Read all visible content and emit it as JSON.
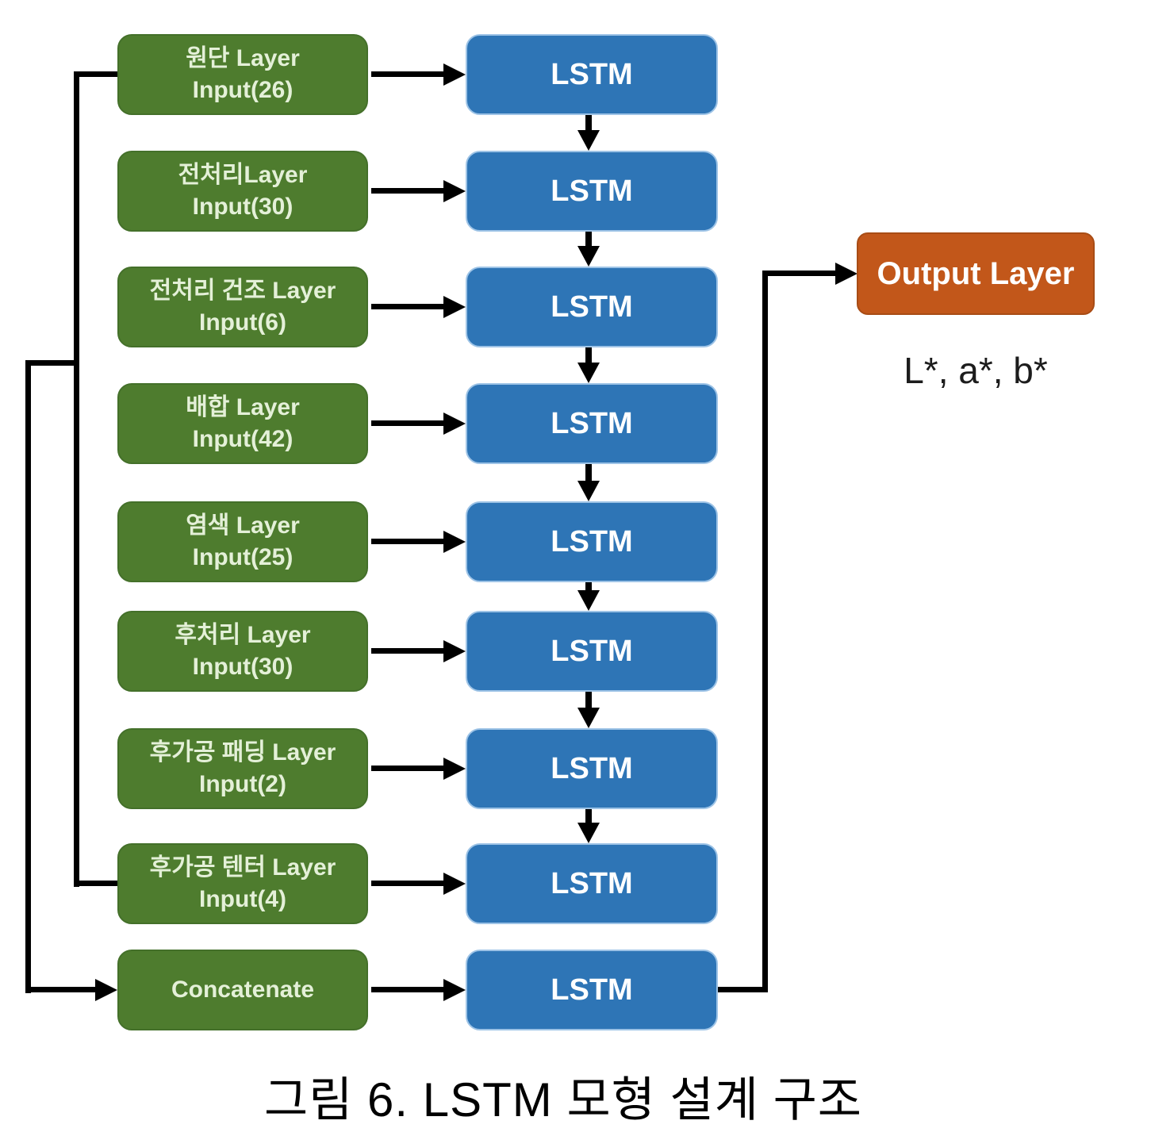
{
  "diagram": {
    "caption": "그림 6. LSTM 모형 설계 구조",
    "lstm_label": "LSTM",
    "rows": [
      {
        "line1": "원단 Layer",
        "line2": "Input(26)"
      },
      {
        "line1": "전처리Layer",
        "line2": "Input(30)"
      },
      {
        "line1": "전처리 건조 Layer",
        "line2": "Input(6)"
      },
      {
        "line1": "배합 Layer",
        "line2": "Input(42)"
      },
      {
        "line1": "염색 Layer",
        "line2": "Input(25)"
      },
      {
        "line1": "후처리 Layer",
        "line2": "Input(30)"
      },
      {
        "line1": "후가공 패딩 Layer",
        "line2": "Input(2)"
      },
      {
        "line1": "후가공 텐터 Layer",
        "line2": "Input(4)"
      },
      {
        "line1": "Concatenate",
        "line2": ""
      }
    ],
    "output": {
      "label": "Output Layer",
      "values": "L*, a*, b*"
    },
    "colors": {
      "input_green": "#4e7c2e",
      "lstm_blue": "#2e75b6",
      "output_orange": "#c2571a",
      "connector_black": "#000000"
    }
  }
}
